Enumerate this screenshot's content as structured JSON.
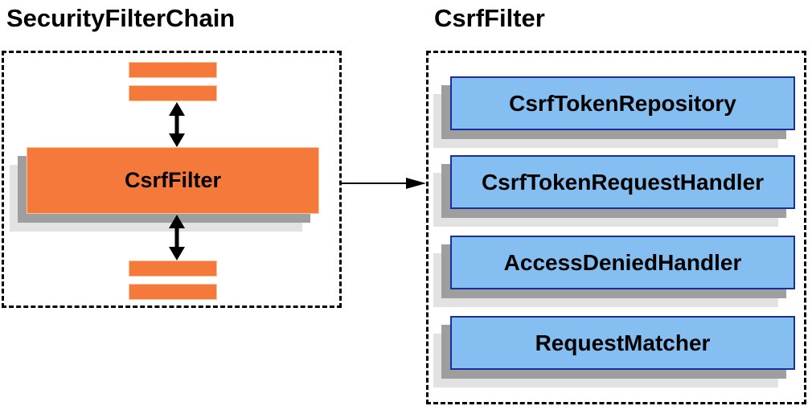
{
  "left_panel": {
    "title": "SecurityFilterChain",
    "filter_label": "CsrfFilter"
  },
  "right_panel": {
    "title": "CsrfFilter",
    "components": [
      {
        "label": "CsrfTokenRepository"
      },
      {
        "label": "CsrfTokenRequestHandler"
      },
      {
        "label": "AccessDeniedHandler"
      },
      {
        "label": "RequestMatcher"
      }
    ]
  },
  "icons": {
    "bidirectional_arrow": "up-down-arrow",
    "flow_arrow": "right-arrow"
  },
  "colors": {
    "node_orange_fill": "#F5793B",
    "node_orange_border": "#F9C49B",
    "component_blue_fill": "#85BFF2",
    "component_blue_border": "#1A2F9B",
    "shadow_dark": "#9E9E9E",
    "shadow_light": "#E2E2E2",
    "dashed_border": "#000000",
    "text": "#000000"
  }
}
